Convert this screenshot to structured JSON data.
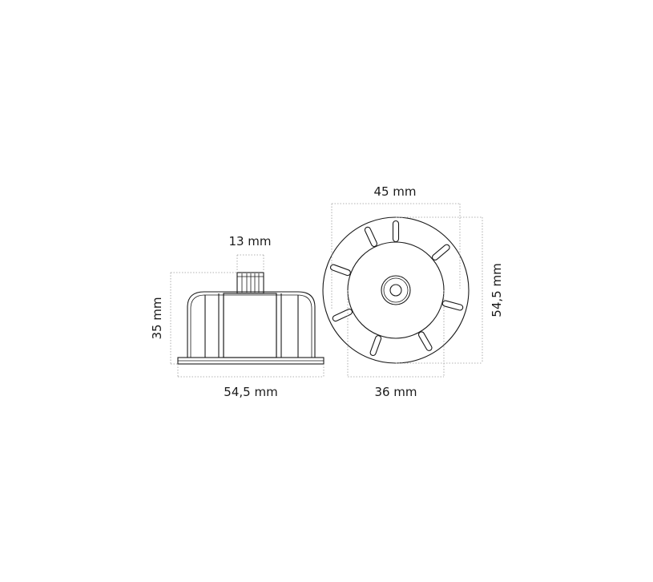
{
  "dimensions": {
    "side_nut_width": "13 mm",
    "side_height": "35 mm",
    "side_base_width": "54,5 mm",
    "front_top_width": "45 mm",
    "front_height": "54,5 mm",
    "front_inner_width": "36 mm"
  },
  "colors": {
    "outline": "#1a1a1a",
    "dimension_line": "#9a9a9a",
    "background": "#ffffff"
  }
}
